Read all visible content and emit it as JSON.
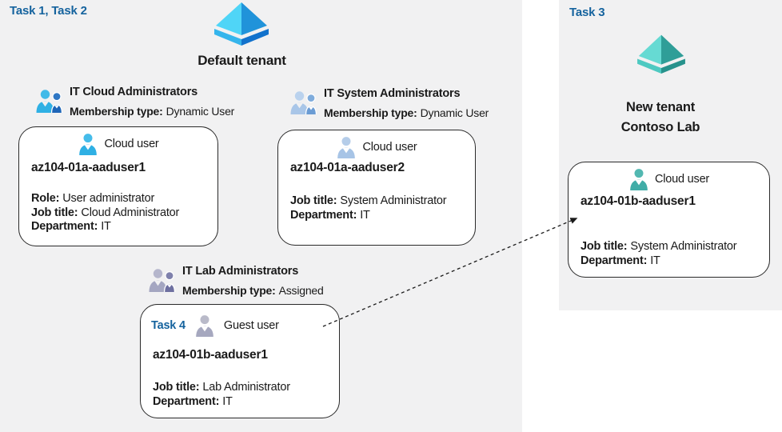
{
  "labels": {
    "task12": "Task 1, Task 2",
    "task3": "Task 3"
  },
  "default_tenant": {
    "title": "Default tenant"
  },
  "new_tenant": {
    "title_line1": "New tenant",
    "title_line2": "Contoso Lab"
  },
  "groups": {
    "cloud": {
      "title": "IT Cloud Administrators",
      "membership_label": "Membership type:",
      "membership_value": "Dynamic User"
    },
    "system": {
      "title": "IT System Administrators",
      "membership_label": "Membership type:",
      "membership_value": "Dynamic User"
    },
    "lab": {
      "title": "IT Lab Administrators",
      "membership_label": "Membership type:",
      "membership_value": "Assigned"
    }
  },
  "cards": {
    "cloud1": {
      "type_label": "Cloud user",
      "name": "az104-01a-aaduser1",
      "attrs": [
        {
          "label": "Role:",
          "value": "User administrator"
        },
        {
          "label": "Job title:",
          "value": "Cloud Administrator"
        },
        {
          "label": "Department:",
          "value": "IT"
        }
      ]
    },
    "cloud2": {
      "type_label": "Cloud user",
      "name": "az104-01a-aaduser2",
      "attrs": [
        {
          "label": "Job title:",
          "value": "System Administrator"
        },
        {
          "label": "Department:",
          "value": "IT"
        }
      ]
    },
    "guest": {
      "task_label": "Task 4",
      "type_label": "Guest user",
      "name": "az104-01b-aaduser1",
      "attrs": [
        {
          "label": "Job title:",
          "value": "Lab Administrator"
        },
        {
          "label": "Department:",
          "value": "IT"
        }
      ]
    },
    "new_cloud": {
      "type_label": "Cloud user",
      "name": "az104-01b-aaduser1",
      "attrs": [
        {
          "label": "Job title:",
          "value": "System Administrator"
        },
        {
          "label": "Department:",
          "value": "IT"
        }
      ]
    }
  },
  "icons": {
    "tenant_default": "azure-ad-tenant-icon-blue",
    "tenant_new": "azure-ad-tenant-icon-teal",
    "group_cloud": "group-icon-cyan",
    "group_system": "group-icon-muted-blue",
    "group_lab": "group-icon-gray",
    "user_cloud1": "person-icon-cyan",
    "user_cloud2": "person-icon-muted-blue",
    "user_guest": "person-icon-gray",
    "user_new": "person-icon-teal"
  },
  "colors": {
    "task_label": "#15639E",
    "panel_bg": "#F1F1F2",
    "card_border": "#2A2A2A",
    "text": "#1A1A1A",
    "arrow": "#1A1A1A",
    "tenant_blue_light": "#4FD5F7",
    "tenant_blue_dark": "#2093DA",
    "tenant_teal_light": "#66DAD3",
    "tenant_teal_dark": "#2F9E98",
    "user_cyan": "#2FB0E4",
    "user_muted_blue": "#A7C4E6",
    "user_gray": "#A6A8BF",
    "user_teal": "#41ADA7",
    "group_cyan_secondary": "#1E66B8",
    "group_muted_secondary": "#6B9CD4",
    "group_gray_secondary": "#6E70A0"
  }
}
